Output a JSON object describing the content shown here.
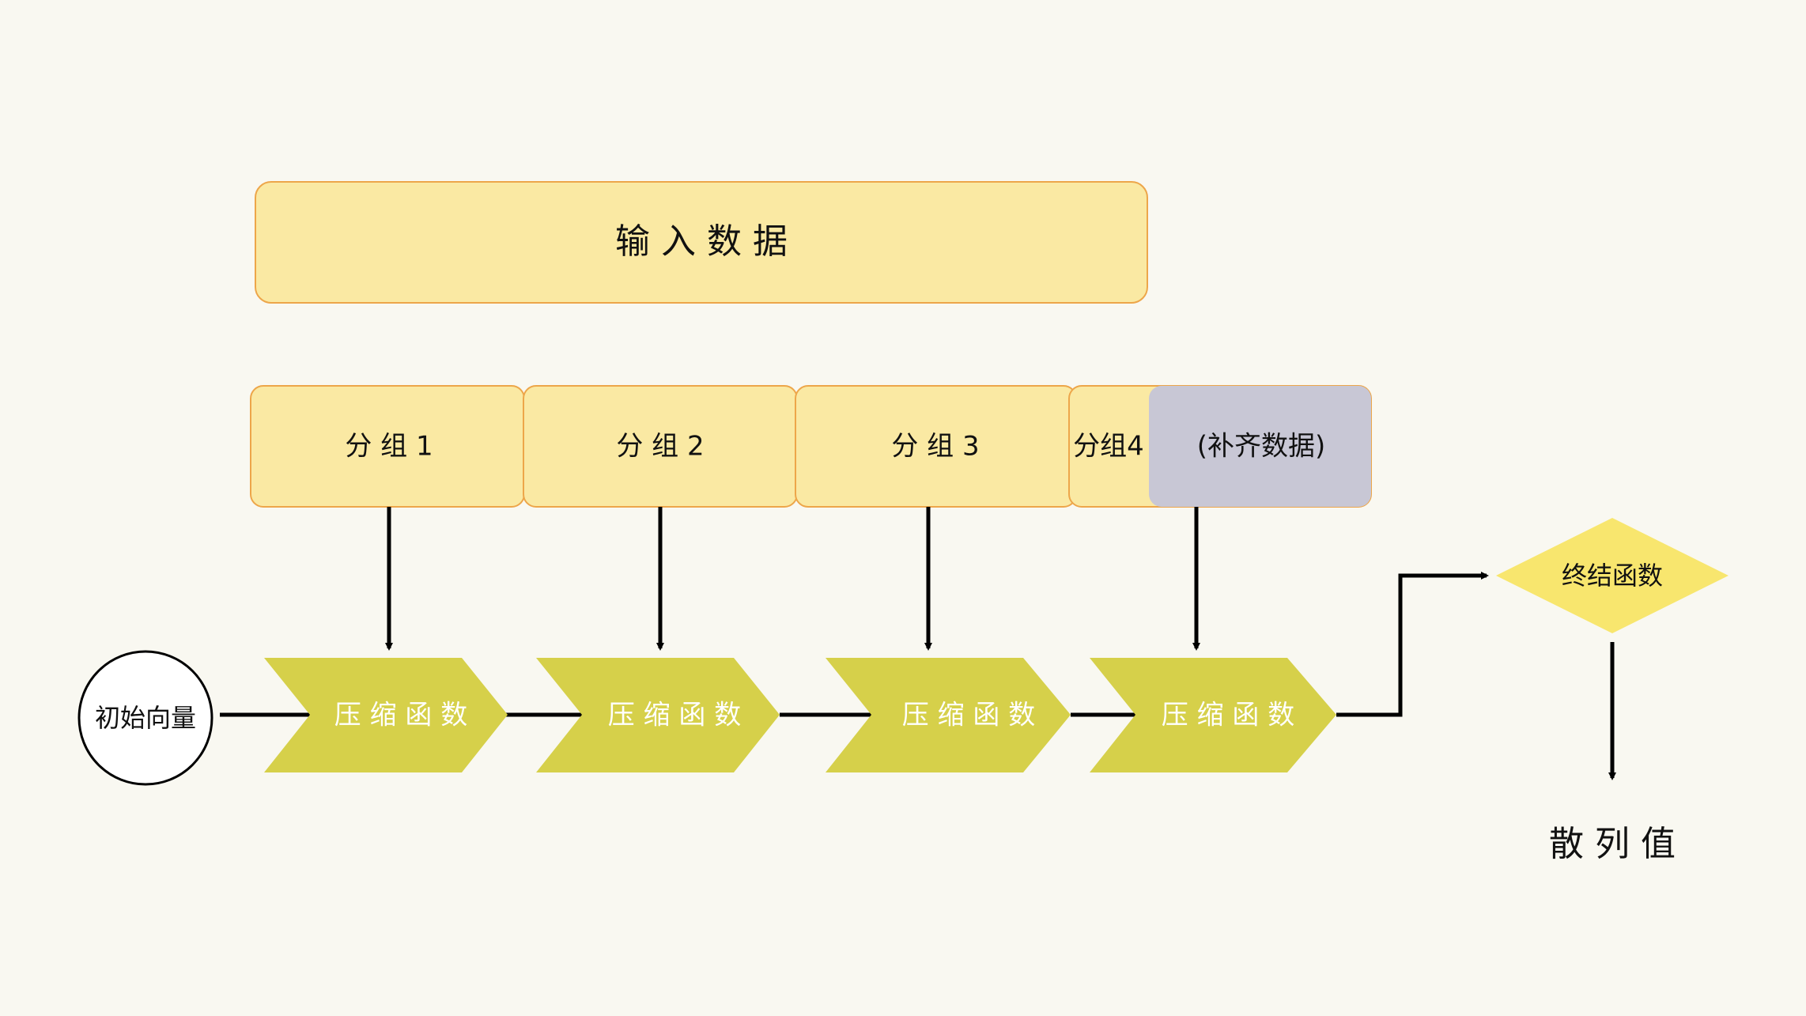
{
  "input": {
    "label": "输 入 数 据"
  },
  "groups": [
    {
      "label": "分 组 1"
    },
    {
      "label": "分 组 2"
    },
    {
      "label": "分 组 3"
    },
    {
      "label": "分组4"
    }
  ],
  "padding": {
    "label": "(补齐数据)"
  },
  "initial_vector": {
    "label": "初始向量"
  },
  "compression": [
    {
      "label": "压 缩 函 数"
    },
    {
      "label": "压 缩 函 数"
    },
    {
      "label": "压 缩 函 数"
    },
    {
      "label": "压 缩 函 数"
    }
  ],
  "finalize": {
    "label": "终结函数"
  },
  "output": {
    "label": "散 列 值"
  },
  "colors": {
    "background": "#f9f8f1",
    "data_box_fill": "#fae9a3",
    "data_box_stroke": "#eda64a",
    "padding_fill": "#c8c7d5",
    "chevron_fill": "#d6d04a",
    "diamond_fill": "#f8e66e",
    "arrow": "#000000"
  }
}
